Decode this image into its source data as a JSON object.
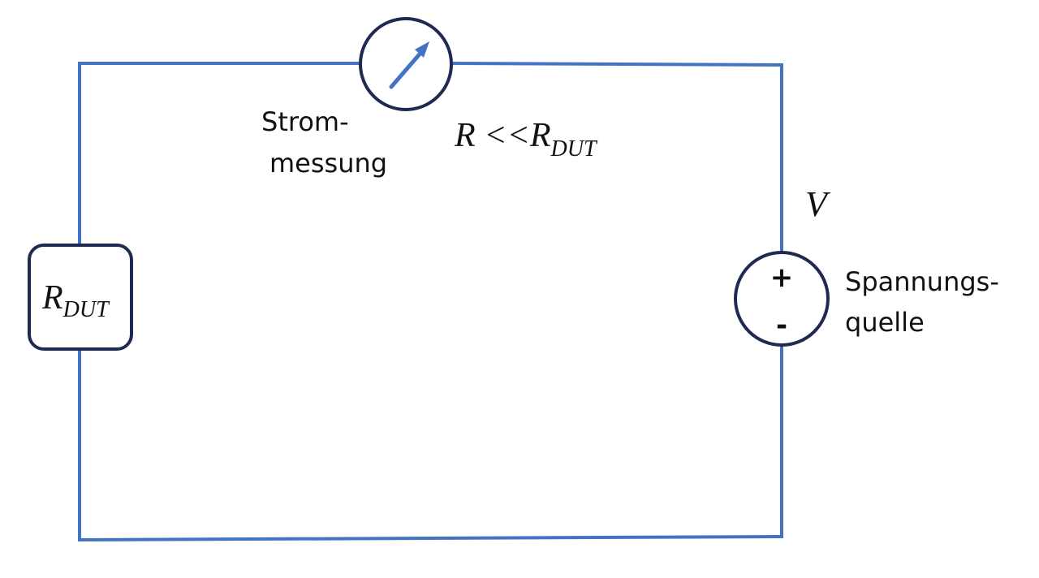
{
  "diagram": {
    "wire_color": "#4472c4",
    "component_outline_color": "#1f2a52",
    "ammeter": {
      "label_line1": "Strom-",
      "label_line2": "messung",
      "condition_R": "R",
      "condition_rel": " <<",
      "condition_rhs_R": "R",
      "condition_rhs_sub": "DUT"
    },
    "dut": {
      "symbol": "R",
      "subscript": "DUT"
    },
    "voltage_source": {
      "symbol": "V",
      "plus": "+",
      "minus": "-",
      "label_line1": "Spannungs-",
      "label_line2": "quelle"
    }
  }
}
